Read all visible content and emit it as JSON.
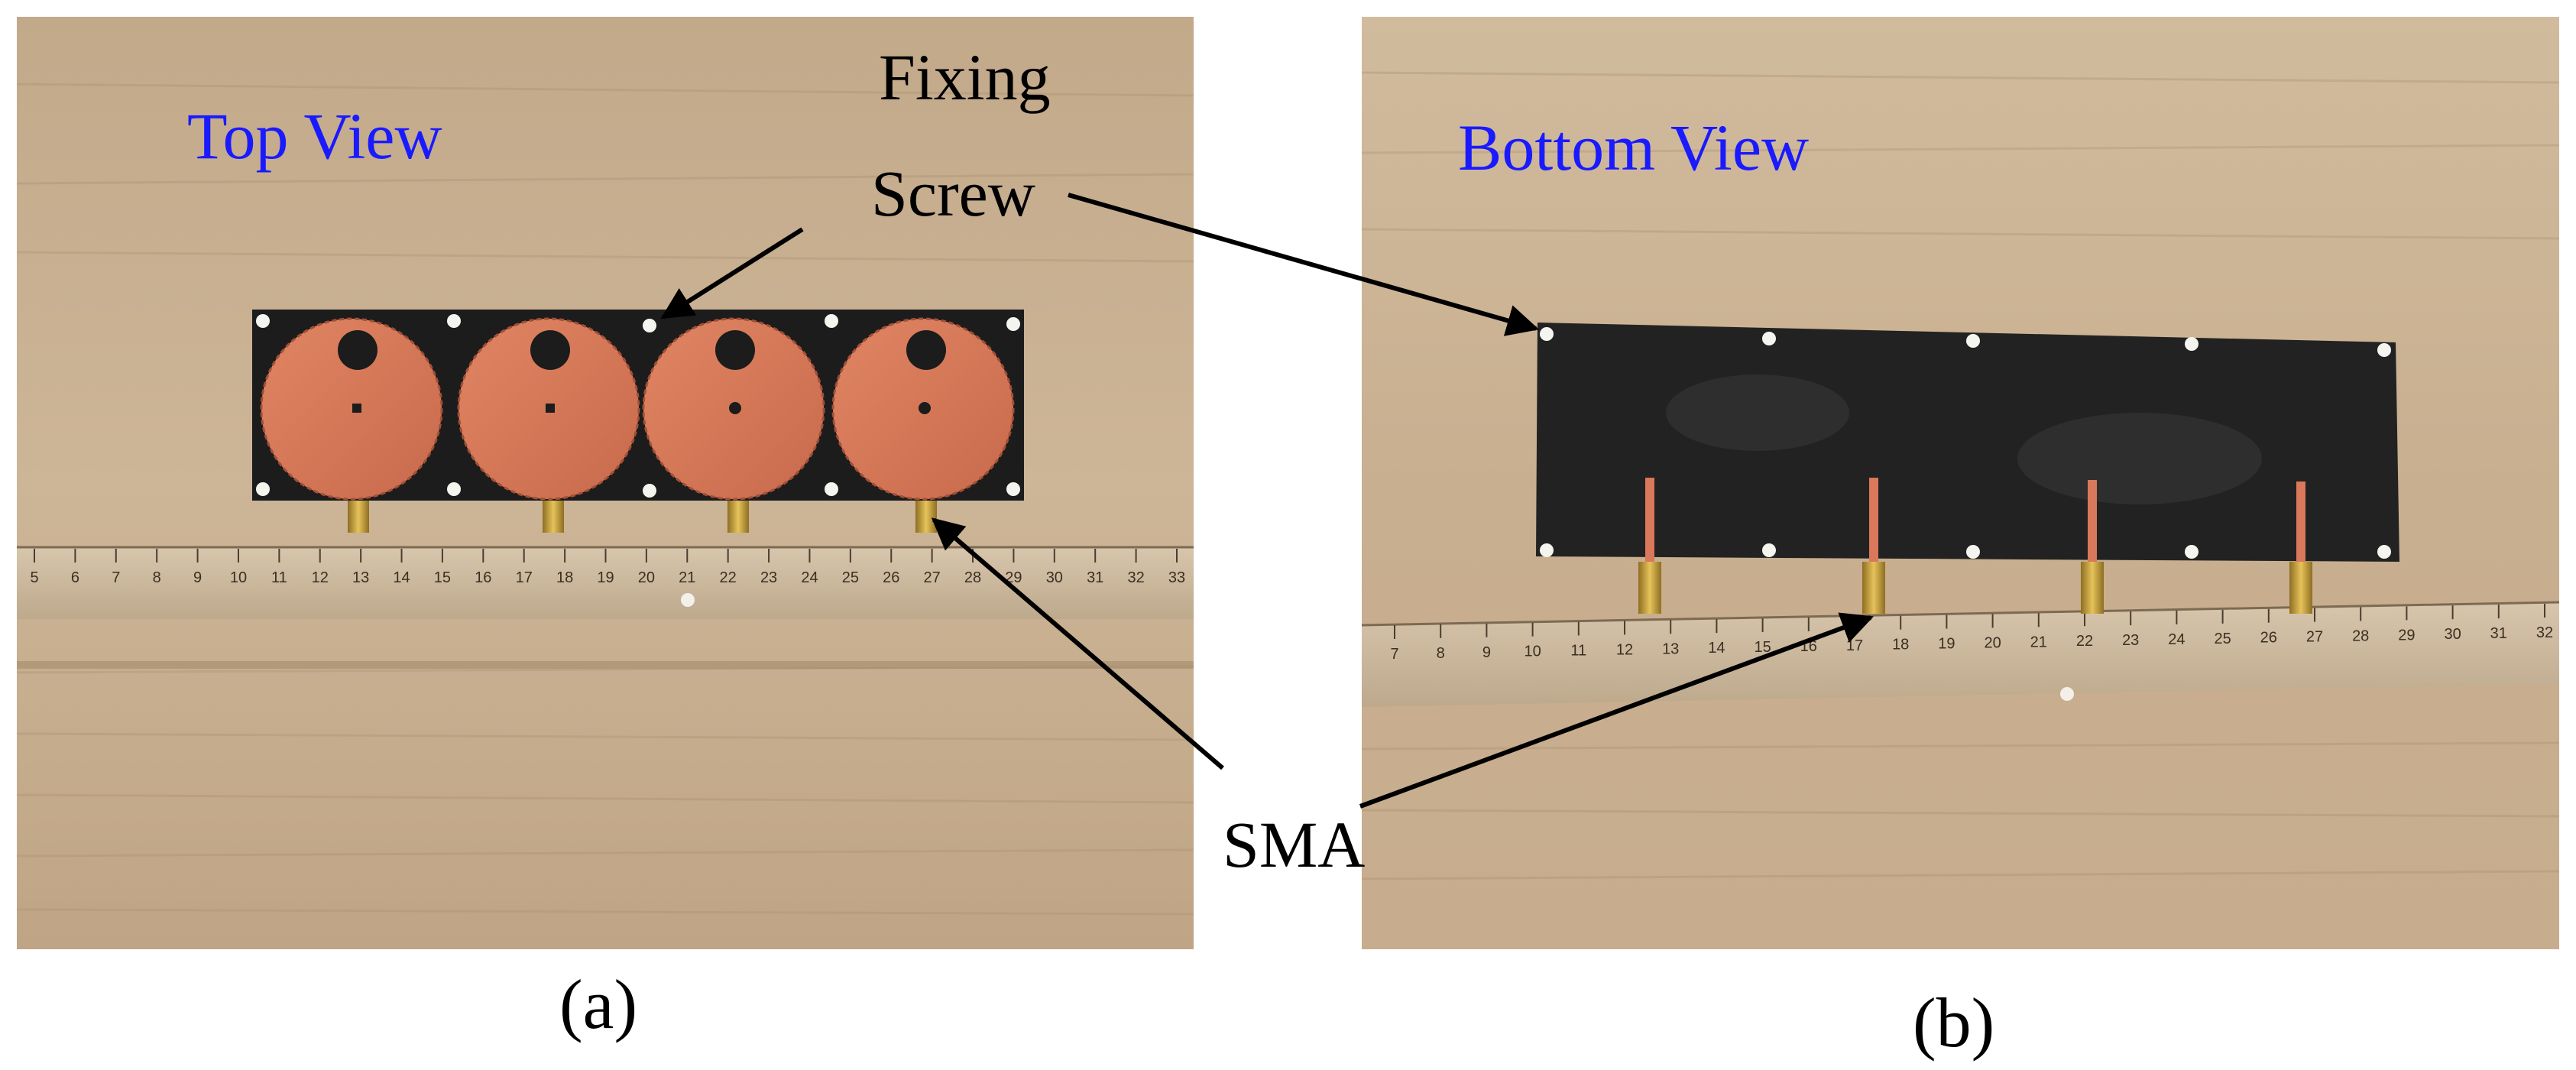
{
  "panels": [
    {
      "view_title": "Top View",
      "caption": "(a)"
    },
    {
      "view_title": "Bottom View",
      "caption": "(b)"
    }
  ],
  "annotations": {
    "fixing_screw_line1": "Fixing",
    "fixing_screw_line2": "Screw",
    "sma": "SMA"
  },
  "ruler_a": {
    "ticks": [
      "5",
      "6",
      "7",
      "8",
      "9",
      "10",
      "11",
      "12",
      "13",
      "14",
      "15",
      "16",
      "17",
      "18",
      "19",
      "20",
      "21",
      "22",
      "23",
      "24",
      "25",
      "26",
      "27",
      "28",
      "29",
      "30",
      "31",
      "32",
      "33"
    ]
  },
  "ruler_b": {
    "ticks": [
      "7",
      "8",
      "9",
      "10",
      "11",
      "12",
      "13",
      "14",
      "15",
      "16",
      "17",
      "18",
      "19",
      "20",
      "21",
      "22",
      "23",
      "24",
      "25",
      "26",
      "27",
      "28",
      "29",
      "30",
      "31",
      "32"
    ]
  },
  "colors": {
    "wood": "#c9b08f",
    "board": "#1c1c1c",
    "copper": "#d9785a",
    "gold": "#c9a441",
    "view_title": "#1a1aff"
  }
}
